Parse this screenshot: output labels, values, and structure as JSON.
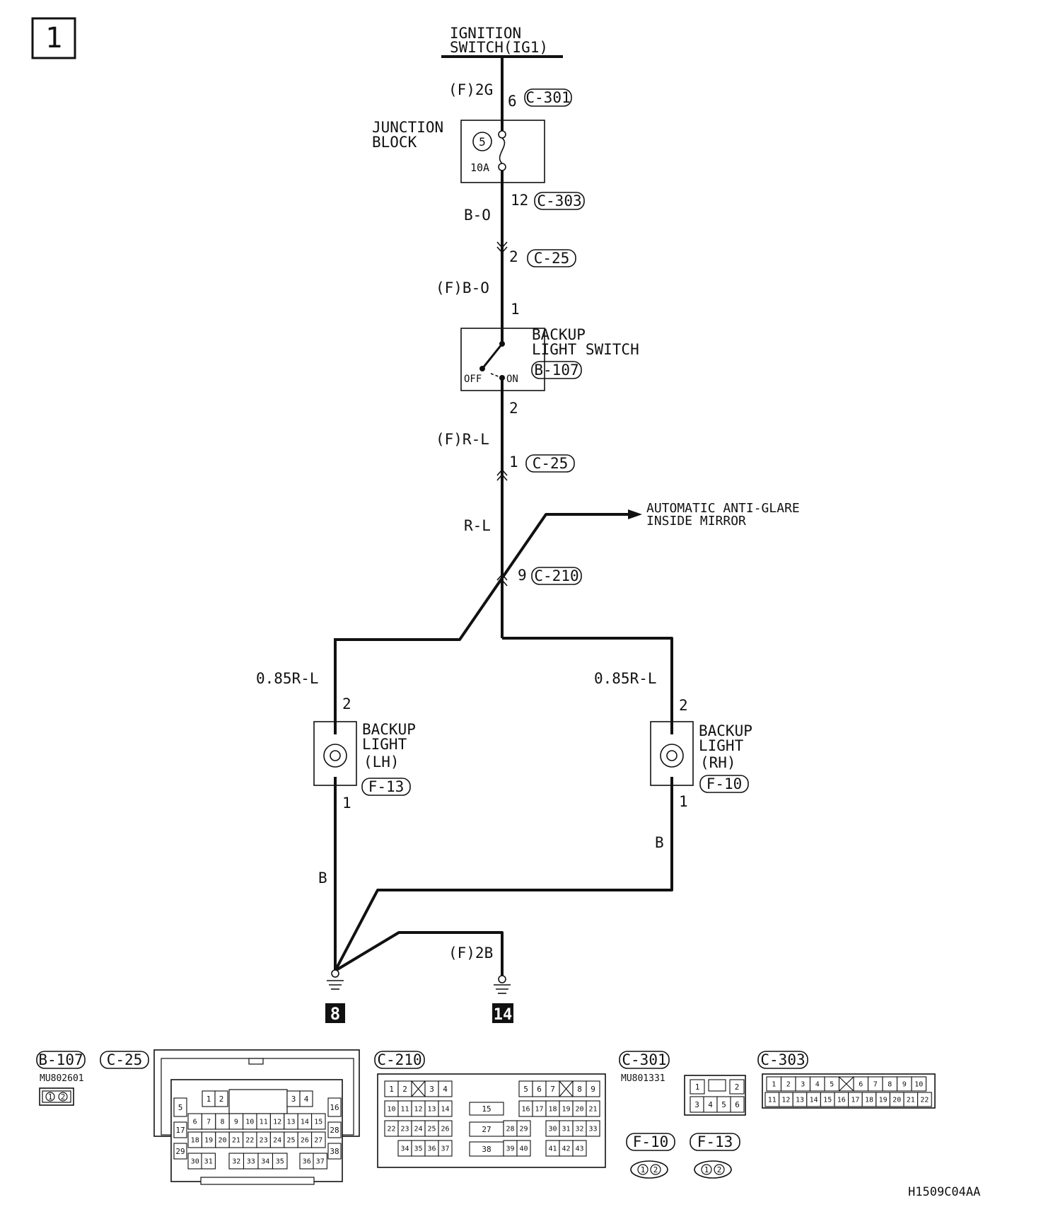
{
  "page_number": "1",
  "power_source": [
    "IGNITION",
    "SWITCH(IG1)"
  ],
  "wires": {
    "top_circuit": "(F)2G",
    "b_o": "B-O",
    "f_b_o": "(F)B-O",
    "f_r_l": "(F)R-L",
    "r_l": "R-L",
    "lh_supply": "0.85R-L",
    "rh_supply": "0.85R-L",
    "lh_ground": "B",
    "rh_ground": "B",
    "f_2b": "(F)2B"
  },
  "junction_block": {
    "label": [
      "JUNCTION",
      "BLOCK"
    ],
    "fuse_number": "5",
    "fuse_rating": "10A"
  },
  "backup_light_switch": {
    "label": [
      "BACKUP",
      "LIGHT SWITCH"
    ],
    "connector": "B-107",
    "off": "OFF",
    "on": "ON"
  },
  "pins": {
    "jb_in": "6",
    "jb_out": "12",
    "c25_top": "2",
    "sw_in": "1",
    "sw_out": "2",
    "c25_bottom": "1",
    "c210": "9",
    "lh_top": "2",
    "lh_bottom": "1",
    "rh_top": "2",
    "rh_bottom": "1"
  },
  "connector_tags": {
    "c301": "C-301",
    "c303": "C-303",
    "c25_a": "C-25",
    "c25_b": "C-25",
    "c210": "C-210"
  },
  "branch": [
    "AUTOMATIC ANTI-GLARE",
    "INSIDE MIRROR"
  ],
  "lamp_lh": {
    "label": [
      "BACKUP",
      "LIGHT",
      "(LH)"
    ],
    "connector": "F-13"
  },
  "lamp_rh": {
    "label": [
      "BACKUP",
      "LIGHT",
      "(RH)"
    ],
    "connector": "F-10"
  },
  "grounds": [
    "8",
    "14"
  ],
  "connector_views": {
    "b107": {
      "tag": "B-107",
      "part": "MU802601"
    },
    "c25": {
      "tag": "C-25"
    },
    "c210": {
      "tag": "C-210"
    },
    "c301": {
      "tag": "C-301",
      "part": "MU801331"
    },
    "c303": {
      "tag": "C-303"
    },
    "f10": {
      "tag": "F-10"
    },
    "f13": {
      "tag": "F-13"
    }
  },
  "figure_code": "H1509C04AA"
}
